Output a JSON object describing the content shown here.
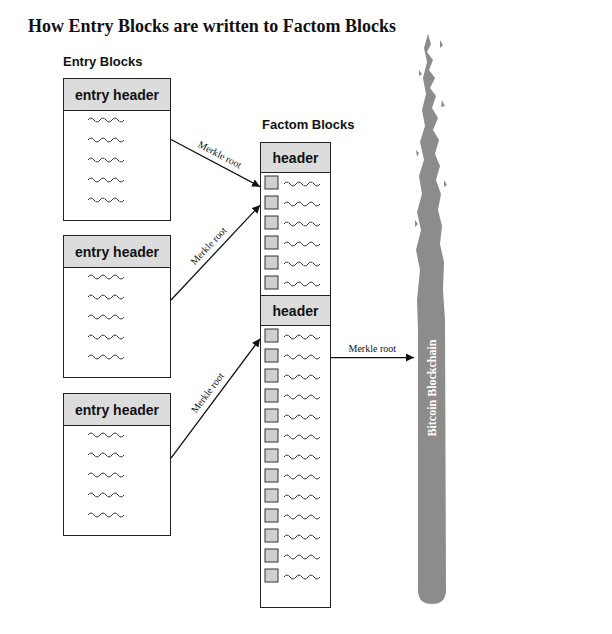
{
  "diagram": {
    "title": "How Entry Blocks are written to Factom Blocks",
    "nodes": [
      {
        "text": [
          "entry header"
        ]
      },
      {
        "text": [
          "entry header"
        ]
      },
      {
        "text": [
          "entry header"
        ]
      },
      {
        "text": [
          "header"
        ]
      },
      {
        "text": [
          "header"
        ]
      },
      {
        "text": [
          "Bitcoin Blockchain"
        ]
      }
    ],
    "edges": [
      {
        "from": 0,
        "to": 3,
        "arrow": "to",
        "label": "Merkle root"
      },
      {
        "from": 1,
        "to": 3,
        "arrow": "to",
        "label": "Merkle root"
      },
      {
        "from": 2,
        "to": 4,
        "arrow": "to",
        "label": "Merkle root"
      },
      {
        "from": 4,
        "to": 5,
        "arrow": "to",
        "label": "Merkle root"
      }
    ],
    "labels": [
      "Entry Blocks",
      "Factom Blocks"
    ]
  }
}
